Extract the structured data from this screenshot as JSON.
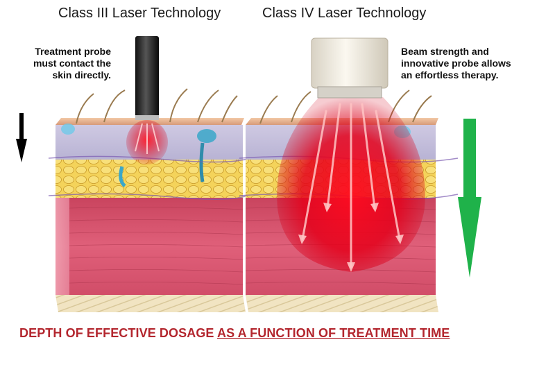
{
  "titles": {
    "class3": "Class III Laser Technology",
    "class4": "Class IV Laser Technology"
  },
  "notes": {
    "left": "Treatment probe\nmust contact the\nskin directly.",
    "right": "Beam strength and\ninnovative probe allows\nan effortless therapy."
  },
  "caption": {
    "part1": "DEPTH OF EFFECTIVE DOSAGE",
    "part2": "AS A FUNCTION OF TREATMENT TIME"
  },
  "colors": {
    "caption_red": "#b3262e",
    "shallow_arrow": "#000000",
    "deep_arrow": "#1fb24a",
    "muscle": "#d9536e",
    "fat": "#f2cf4f",
    "laser_red": "#e8001c"
  }
}
